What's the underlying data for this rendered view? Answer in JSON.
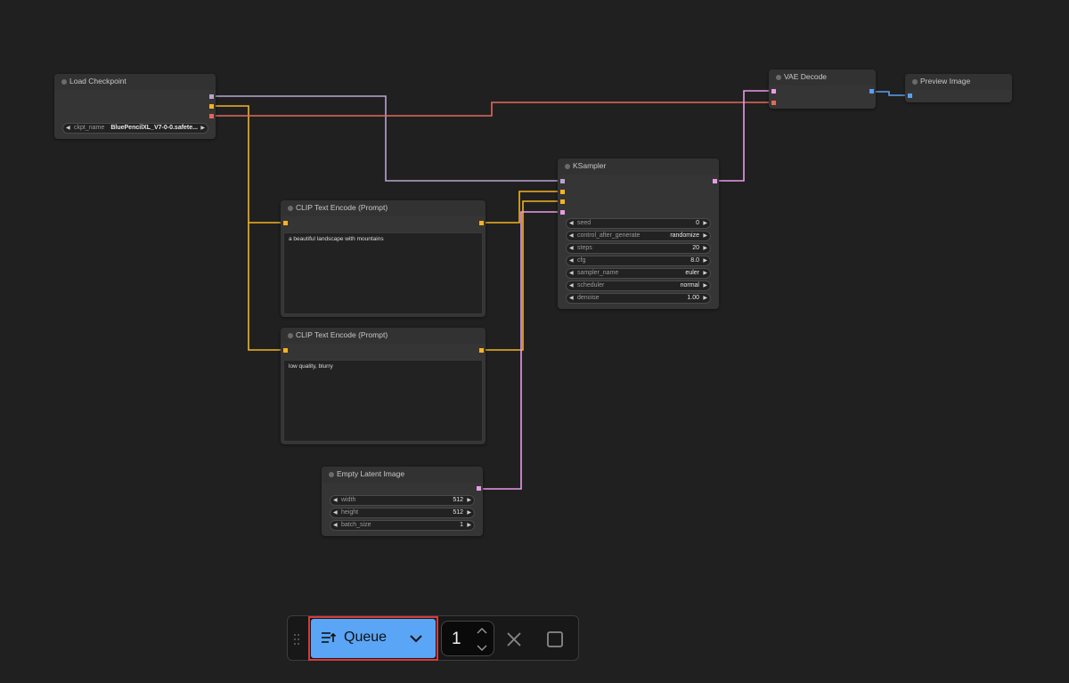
{
  "colors": {
    "canvas_bg": "#202020",
    "node_bg": "#353535",
    "model_link": "#b7a5cf",
    "clip_link": "#f5b323",
    "vae_link": "#e06a5a",
    "latent_link": "#ea9ae8",
    "image_link": "#5a9ff0",
    "queue_button": "#5aa5f5",
    "highlight": "#d93a3a"
  },
  "nodes": {
    "load_checkpoint": {
      "title": "Load Checkpoint",
      "ckpt_label": "ckpt_name",
      "ckpt_value": "BluePencilXL_V7-0-0.safete..."
    },
    "clip_positive": {
      "title": "CLIP Text Encode (Prompt)",
      "text": "a beautiful landscape with mountains"
    },
    "clip_negative": {
      "title": "CLIP Text Encode (Prompt)",
      "text": "low quality, blurry"
    },
    "empty_latent": {
      "title": "Empty Latent Image",
      "widgets": [
        {
          "label": "width",
          "value": "512"
        },
        {
          "label": "height",
          "value": "512"
        },
        {
          "label": "batch_size",
          "value": "1"
        }
      ]
    },
    "ksampler": {
      "title": "KSampler",
      "widgets": [
        {
          "label": "seed",
          "value": "0"
        },
        {
          "label": "control_after_generate",
          "value": "randomize"
        },
        {
          "label": "steps",
          "value": "20"
        },
        {
          "label": "cfg",
          "value": "8.0"
        },
        {
          "label": "sampler_name",
          "value": "euler"
        },
        {
          "label": "scheduler",
          "value": "normal"
        },
        {
          "label": "denoise",
          "value": "1.00"
        }
      ]
    },
    "vae_decode": {
      "title": "VAE Decode"
    },
    "preview_image": {
      "title": "Preview Image"
    }
  },
  "toolbar": {
    "queue_label": "Queue",
    "queue_icon": "queue-list-icon",
    "batch_count": "1",
    "cancel_icon": "close-icon",
    "stop_icon": "stop-icon"
  }
}
